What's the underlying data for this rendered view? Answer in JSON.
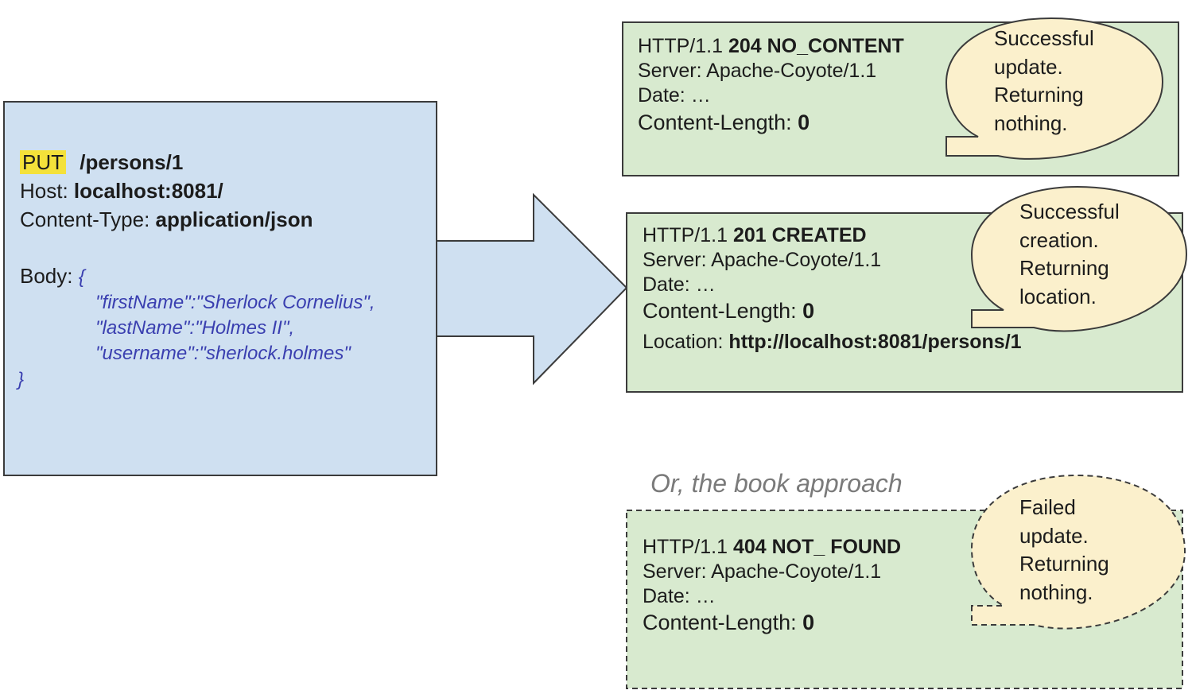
{
  "request": {
    "method": "PUT",
    "path": "/persons/1",
    "host_label": "Host:",
    "host_value": "localhost:8081/",
    "content_type_label": "Content-Type:",
    "content_type_value": "application/json",
    "body_label": "Body:",
    "body_open": "{",
    "body_lines": [
      "\"firstName\":\"Sherlock Cornelius\",",
      "\"lastName\":\"Holmes II\",",
      "\"username\":\"sherlock.holmes\""
    ],
    "body_close": "}"
  },
  "responses": [
    {
      "status_prefix": "HTTP/1.1",
      "status_code": "204 NO_CONTENT",
      "server": "Server: Apache-Coyote/1.1",
      "date": "Date: …",
      "content_length_label": "Content-Length:",
      "content_length_value": "0",
      "bubble_lines": [
        "Successful",
        "update.",
        "Returning",
        "nothing."
      ]
    },
    {
      "status_prefix": "HTTP/1.1",
      "status_code": "201 CREATED",
      "server": "Server: Apache-Coyote/1.1",
      "date": "Date: …",
      "content_length_label": "Content-Length:",
      "content_length_value": "0",
      "location_label": "Location:",
      "location_value": "http://localhost:8081/persons/1",
      "bubble_lines": [
        "Successful",
        "creation.",
        "Returning",
        "location."
      ]
    },
    {
      "status_prefix": "HTTP/1.1",
      "status_code": "404 NOT_ FOUND",
      "server": "Server: Apache-Coyote/1.1",
      "date": "Date: …",
      "content_length_label": "Content-Length:",
      "content_length_value": "0",
      "bubble_lines": [
        "Failed",
        "update.",
        "Returning",
        "nothing."
      ]
    }
  ],
  "alternative_caption": "Or, the book approach",
  "colors": {
    "request_fill": "#cfe0f1",
    "response_fill": "#d8eacf",
    "bubble_fill": "#fbf0cc",
    "method_highlight": "#f4e13a",
    "json_text": "#3a3fb0"
  }
}
